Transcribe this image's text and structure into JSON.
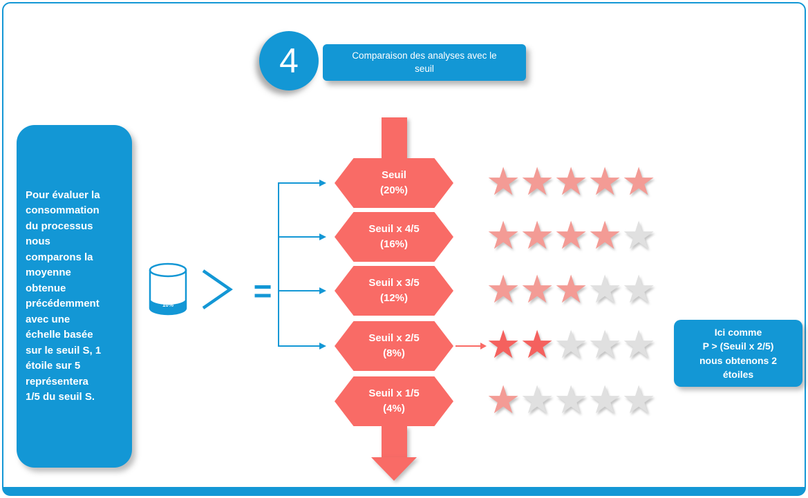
{
  "header": {
    "step_number": "4",
    "title": "Comparaison des analyses avec le\nseuil"
  },
  "left_panel": {
    "text": "Pour évaluer la\nconsommation\ndu processus\nnous\ncomparons la\nmoyenne\nobtenue\nprécédemment\n avec une\néchelle basée\nsur le seuil S, 1\nétoile sur 5\nreprésentera\n1/5 du seuil S."
  },
  "database": {
    "label": "10%"
  },
  "operators": {
    "greater_than": ">",
    "equals": "="
  },
  "thresholds": [
    {
      "label_line1": "Seuil",
      "label_line2": "(20%)",
      "stars_filled": 5,
      "highlight": false
    },
    {
      "label_line1": "Seuil x 4/5",
      "label_line2": "(16%)",
      "stars_filled": 4,
      "highlight": false
    },
    {
      "label_line1": "Seuil x 3/5",
      "label_line2": "(12%)",
      "stars_filled": 3,
      "highlight": false
    },
    {
      "label_line1": "Seuil x 2/5",
      "label_line2": "(8%)",
      "stars_filled": 2,
      "highlight": true
    },
    {
      "label_line1": "Seuil x 1/5",
      "label_line2": "(4%)",
      "stars_filled": 1,
      "highlight": false
    }
  ],
  "stars": {
    "glyph": "★",
    "total": 5
  },
  "annotation": {
    "text": "Ici comme\nP > (Seuil x 2/5)\nnous obtenons 2\nétoiles"
  },
  "colors": {
    "blue": "#1397d5",
    "red": "#f96b66",
    "star_filled": "#f39b95",
    "star_highlight": "#f4615e",
    "star_empty": "#e0e0e0"
  }
}
